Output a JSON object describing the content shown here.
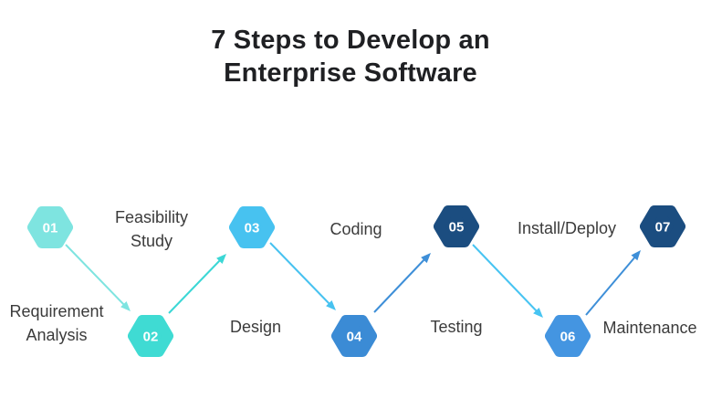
{
  "title": {
    "line1": "7 Steps to Develop an",
    "line2": "Enterprise Software"
  },
  "steps": [
    {
      "number": "01",
      "label": "Requirement Analysis",
      "color": "#7EE4E0"
    },
    {
      "number": "02",
      "label": "Feasibility Study",
      "color": "#3FDBD3"
    },
    {
      "number": "03",
      "label": "Design",
      "color": "#47C2F0"
    },
    {
      "number": "04",
      "label": "Coding",
      "color": "#3B8BD5"
    },
    {
      "number": "05",
      "label": "Testing",
      "color": "#1B4D80"
    },
    {
      "number": "06",
      "label": "Install/Deploy",
      "color": "#4495E1"
    },
    {
      "number": "07",
      "label": "Maintenance",
      "color": "#1B4D80"
    }
  ],
  "arrows": [
    {
      "from": "01",
      "to": "02",
      "color": "#7EE4E0"
    },
    {
      "from": "02",
      "to": "03",
      "color": "#3BD7D5"
    },
    {
      "from": "03",
      "to": "04",
      "color": "#47C2F0"
    },
    {
      "from": "04",
      "to": "05",
      "color": "#3E8FD8"
    },
    {
      "from": "05",
      "to": "06",
      "color": "#47C4F2"
    },
    {
      "from": "06",
      "to": "07",
      "color": "#3E8FD8"
    }
  ],
  "background_color": "#ffffff",
  "title_color": "#1f2023",
  "label_color": "#3b3b3b"
}
